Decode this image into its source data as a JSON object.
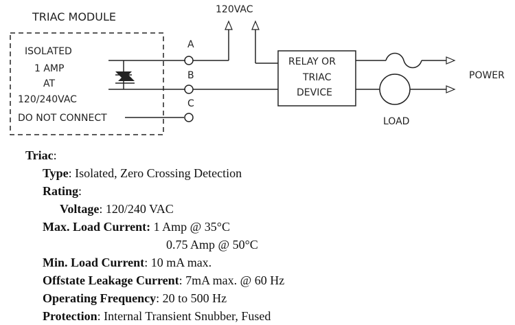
{
  "diagram": {
    "module_title": "TRIAC MODULE",
    "module_lines": [
      "ISOLATED",
      "1 AMP",
      "AT",
      "120/240VAC"
    ],
    "do_not_connect": "DO NOT CONNECT",
    "terminal_a": "A",
    "terminal_b": "B",
    "terminal_c": "C",
    "supply_label": "120VAC",
    "relay_lines": [
      "RELAY OR",
      "TRIAC",
      "DEVICE"
    ],
    "power_label": "POWER",
    "load_label": "LOAD"
  },
  "specs": {
    "heading": "Triac",
    "heading_suffix": ":",
    "type_label": "Type",
    "type_value": ": Isolated, Zero Crossing Detection",
    "rating_label": "Rating",
    "rating_suffix": ":",
    "voltage_label": "Voltage",
    "voltage_value": ": 120/240 VAC",
    "max_load_label": "Max. Load Current:",
    "max_load_value_1": " 1 Amp @ 35°C",
    "max_load_value_2": "0.75 Amp @ 50°C",
    "min_load_label": "Min. Load Current",
    "min_load_value": ": 10 mA max.",
    "offstate_label": "Offstate Leakage Current",
    "offstate_value": ": 7mA max. @ 60 Hz",
    "freq_label": "Operating Frequency",
    "freq_value": ": 20 to 500 Hz",
    "protection_label": "Protection",
    "protection_value": ": Internal Transient Snubber, Fused"
  }
}
